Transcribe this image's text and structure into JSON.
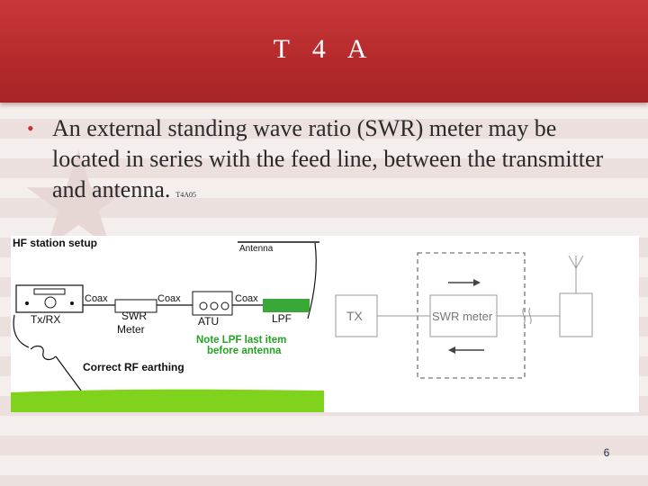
{
  "slide": {
    "title": "T 4 A",
    "bullet_text": "An external standing wave ratio (SWR) meter may be located in series with the feed line, between the transmitter and antenna.",
    "reference_code": "T4A05",
    "page_number": "6",
    "accent_color": "#b52a2c"
  },
  "hf_diagram": {
    "heading": "HF station setup",
    "antenna_label": "Antenna",
    "coax_label": "Coax",
    "txrx_label": "Tx/RX",
    "swr_label_line1": "SWR",
    "swr_label_line2": "Meter",
    "atu_label": "ATU",
    "lpf_label": "LPF",
    "note_line1": "Note LPF last item",
    "note_line2": "before antenna",
    "earthing_label": "Correct RF earthing"
  },
  "swr_diagram": {
    "tx_label": "TX",
    "swr_meter_label": "SWR meter"
  }
}
